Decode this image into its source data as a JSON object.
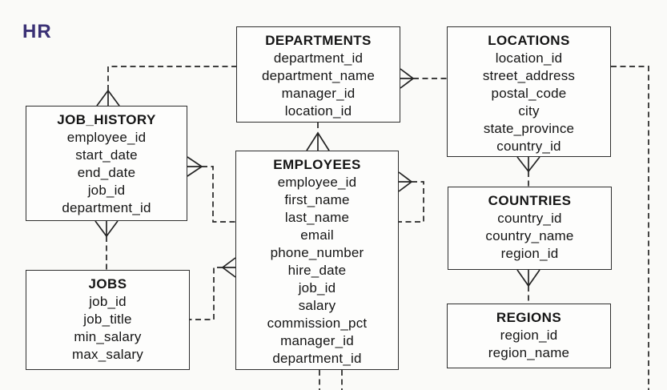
{
  "diagram": {
    "schema_label": "HR",
    "accent_color": "#3a3175",
    "line_color": "#242424",
    "tables": [
      {
        "id": "departments",
        "title": "DEPARTMENTS",
        "columns": [
          "department_id",
          "department_name",
          "manager_id",
          "location_id"
        ]
      },
      {
        "id": "locations",
        "title": "LOCATIONS",
        "columns": [
          "location_id",
          "street_address",
          "postal_code",
          "city",
          "state_province",
          "country_id"
        ]
      },
      {
        "id": "job_history",
        "title": "JOB_HISTORY",
        "columns": [
          "employee_id",
          "start_date",
          "end_date",
          "job_id",
          "department_id"
        ]
      },
      {
        "id": "employees",
        "title": "EMPLOYEES",
        "columns": [
          "employee_id",
          "first_name",
          "last_name",
          "email",
          "phone_number",
          "hire_date",
          "job_id",
          "salary",
          "commission_pct",
          "manager_id",
          "department_id"
        ]
      },
      {
        "id": "countries",
        "title": "COUNTRIES",
        "columns": [
          "country_id",
          "country_name",
          "region_id"
        ]
      },
      {
        "id": "jobs",
        "title": "JOBS",
        "columns": [
          "job_id",
          "job_title",
          "min_salary",
          "max_salary"
        ]
      },
      {
        "id": "regions",
        "title": "REGIONS",
        "columns": [
          "region_id",
          "region_name"
        ]
      }
    ],
    "relationships": [
      {
        "from": "JOB_HISTORY",
        "to": "DEPARTMENTS",
        "many_end": "JOB_HISTORY",
        "style": "dashed"
      },
      {
        "from": "DEPARTMENTS",
        "to": "LOCATIONS",
        "many_end": "DEPARTMENTS",
        "style": "dashed"
      },
      {
        "from": "EMPLOYEES",
        "to": "DEPARTMENTS",
        "many_end": "EMPLOYEES",
        "style": "dashed"
      },
      {
        "from": "LOCATIONS",
        "to": "COUNTRIES",
        "many_end": "LOCATIONS",
        "style": "dashed"
      },
      {
        "from": "COUNTRIES",
        "to": "REGIONS",
        "many_end": "COUNTRIES",
        "style": "dashed"
      },
      {
        "from": "JOB_HISTORY",
        "to": "JOBS",
        "many_end": "JOB_HISTORY",
        "style": "dashed"
      },
      {
        "from": "JOB_HISTORY",
        "to": "EMPLOYEES",
        "many_end": "JOB_HISTORY",
        "style": "dashed"
      },
      {
        "from": "EMPLOYEES",
        "to": "JOBS",
        "many_end": "EMPLOYEES",
        "style": "dashed"
      },
      {
        "from": "EMPLOYEES",
        "to": "EMPLOYEES",
        "many_end": "EMPLOYEES",
        "style": "dashed-self-loop"
      },
      {
        "from": "LOCATIONS",
        "to": "(off-canvas bottom right)",
        "many_end": "",
        "style": "dashed"
      }
    ]
  }
}
